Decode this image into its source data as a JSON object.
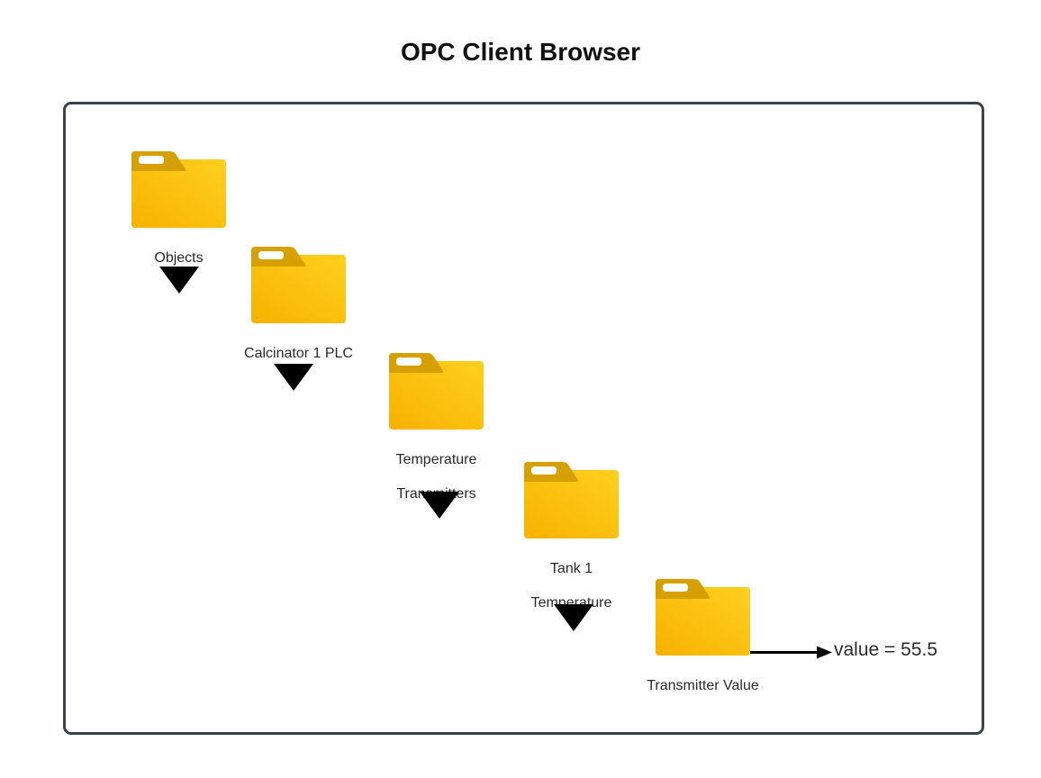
{
  "title": "OPC Client Browser",
  "colors": {
    "frame_border": "#3a424c",
    "folder_tab": "#d5a000",
    "folder_body_gradient_start": "#f7b100",
    "folder_body_gradient_end": "#ffd01e",
    "expand_arrow": "#000000",
    "text": "#2b2b2b"
  },
  "tree": {
    "nodes": [
      {
        "label": "Objects",
        "lines": [
          "Objects"
        ],
        "expanded": true
      },
      {
        "label": "Calcinator 1 PLC",
        "lines": [
          "Calcinator 1 PLC"
        ],
        "expanded": true
      },
      {
        "label": "Temperature Transmitters",
        "lines": [
          "Temperature",
          "Transmitters"
        ],
        "expanded": true
      },
      {
        "label": "Tank 1 Temperature",
        "lines": [
          "Tank 1",
          "Temperature"
        ],
        "expanded": true
      },
      {
        "label": "Transmitter Value",
        "lines": [
          "Transmitter Value"
        ],
        "expanded": false
      }
    ]
  },
  "value_annotation": {
    "text": "value = 55.5"
  }
}
